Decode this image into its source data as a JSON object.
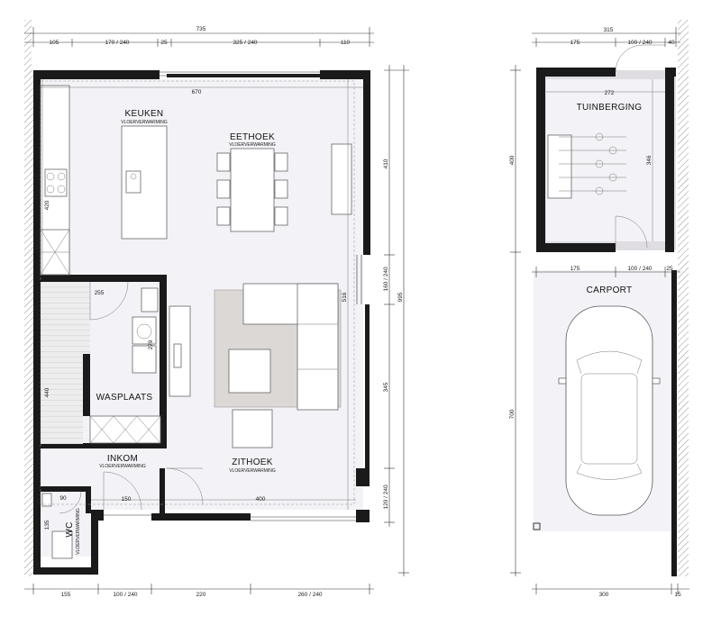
{
  "house": {
    "dims_top": {
      "total": "735",
      "seg1": "105",
      "seg2": "170 / 240",
      "seg3": "25",
      "seg4": "325 / 240",
      "seg5": "110"
    },
    "dims_bottom": {
      "seg1": "155",
      "seg2": "100 / 240",
      "seg3": "220",
      "seg4": "260 / 240"
    },
    "dims_right": {
      "total": "995",
      "seg1": "410",
      "seg2": "160 / 240",
      "seg3": "345",
      "seg4": "120 / 240"
    },
    "dims_inner": {
      "kitchen_width": "670",
      "kitchen_depth": "420",
      "living_depth": "516",
      "stair_width": "255",
      "wash_depth": "279",
      "stair_height": "440",
      "entry_width": "150",
      "living_width": "400",
      "wc_width": "90",
      "wc_depth": "135"
    },
    "rooms": {
      "kitchen": "KEUKEN",
      "kitchen_note": "VLOERVERWARMING",
      "dining": "EETHOEK",
      "dining_note": "VLOERVERWARMING",
      "living": "ZITHOEK",
      "living_note": "VLOERVERWARMING",
      "laundry": "WASPLAATS",
      "entry": "INKOM",
      "entry_note": "VLOERVERWARMING",
      "wc": "WC",
      "wc_note": "VLOERVERWARMING"
    }
  },
  "outbuilding": {
    "dims_top": {
      "total": "315",
      "seg1": "175",
      "seg2": "100 / 240",
      "seg3": "40"
    },
    "dims_mid": {
      "seg1": "175",
      "seg2": "100 / 240",
      "seg3": "25"
    },
    "dims_bottom": {
      "seg1": "300",
      "seg2": "15"
    },
    "dims_left": {
      "shed": "400",
      "carport": "700"
    },
    "dims_inner": {
      "shed_width": "272",
      "shed_depth": "346"
    },
    "rooms": {
      "shed": "TUINBERGING",
      "carport": "CARPORT"
    }
  }
}
